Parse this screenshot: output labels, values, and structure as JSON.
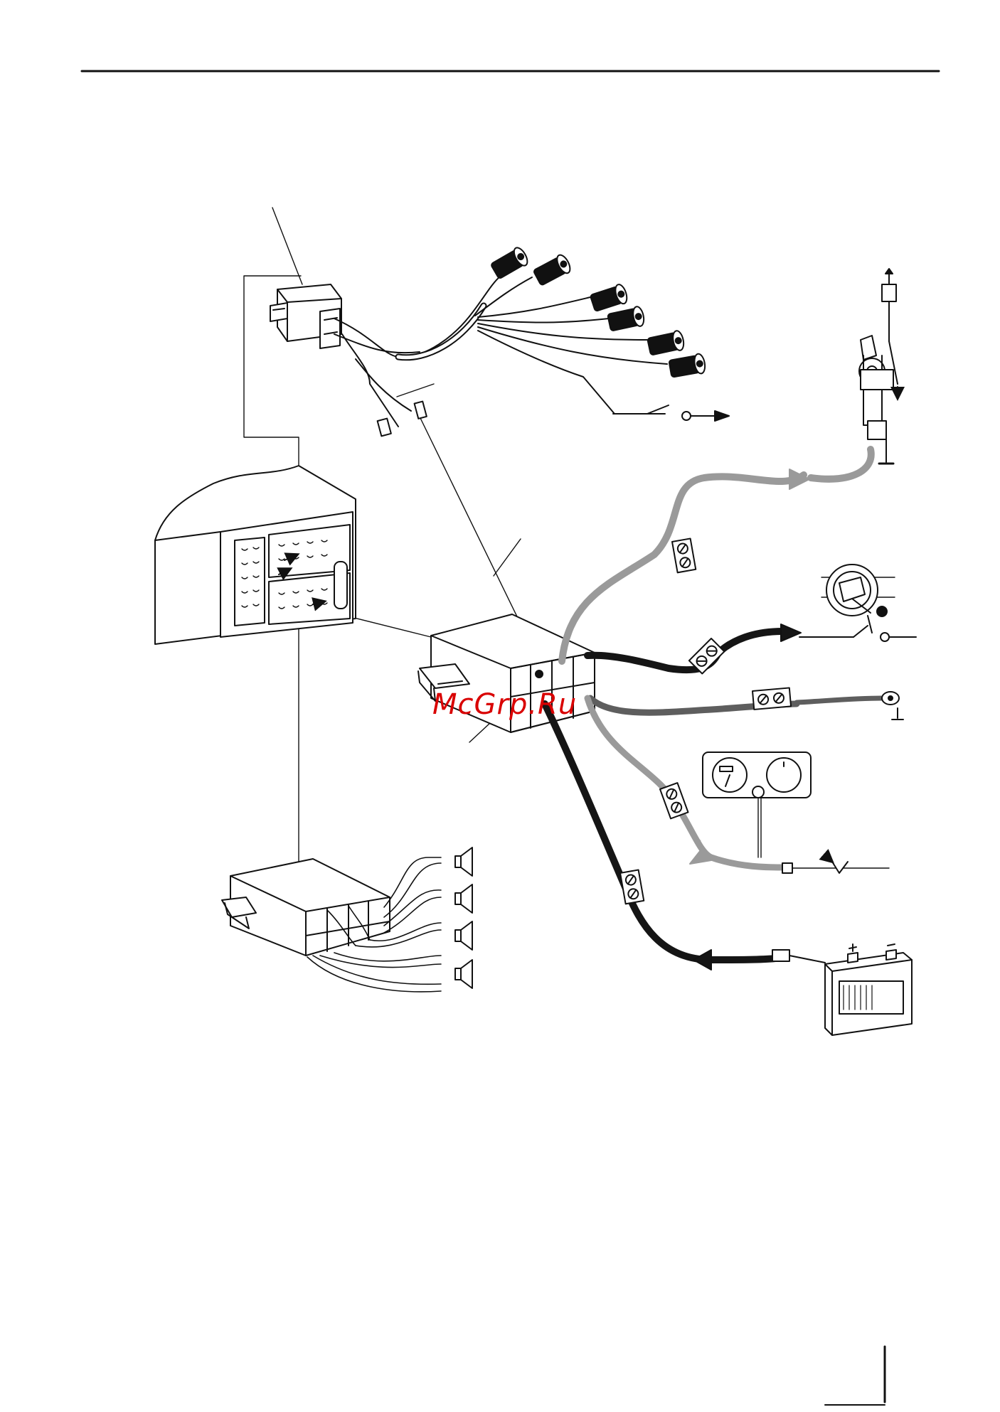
{
  "page": {
    "watermark": "McGrp.Ru"
  },
  "colors": {
    "ink": "#111111",
    "cable_dark": "#151515",
    "cable_mid": "#5e5e5e",
    "cable_light": "#9a9a9a",
    "watermark": "#d90000"
  },
  "components": [
    {
      "name": "rca-adapter-cable",
      "icon": "rca-plug-icon"
    },
    {
      "name": "car-radio-rear-connector",
      "icon": "iso-socket-icon"
    },
    {
      "name": "iso-power-connector",
      "icon": "connector-block-icon"
    },
    {
      "name": "iso-speaker-connector",
      "icon": "connector-block-icon"
    },
    {
      "name": "power-antenna",
      "icon": "antenna-icon"
    },
    {
      "name": "ignition-switch",
      "icon": "ignition-key-icon"
    },
    {
      "name": "chassis-ground",
      "icon": "ground-icon"
    },
    {
      "name": "instrument-illumination",
      "icon": "dashboard-gauge-icon"
    },
    {
      "name": "car-battery",
      "icon": "battery-icon"
    },
    {
      "name": "speakers",
      "icon": "speaker-icon"
    }
  ]
}
